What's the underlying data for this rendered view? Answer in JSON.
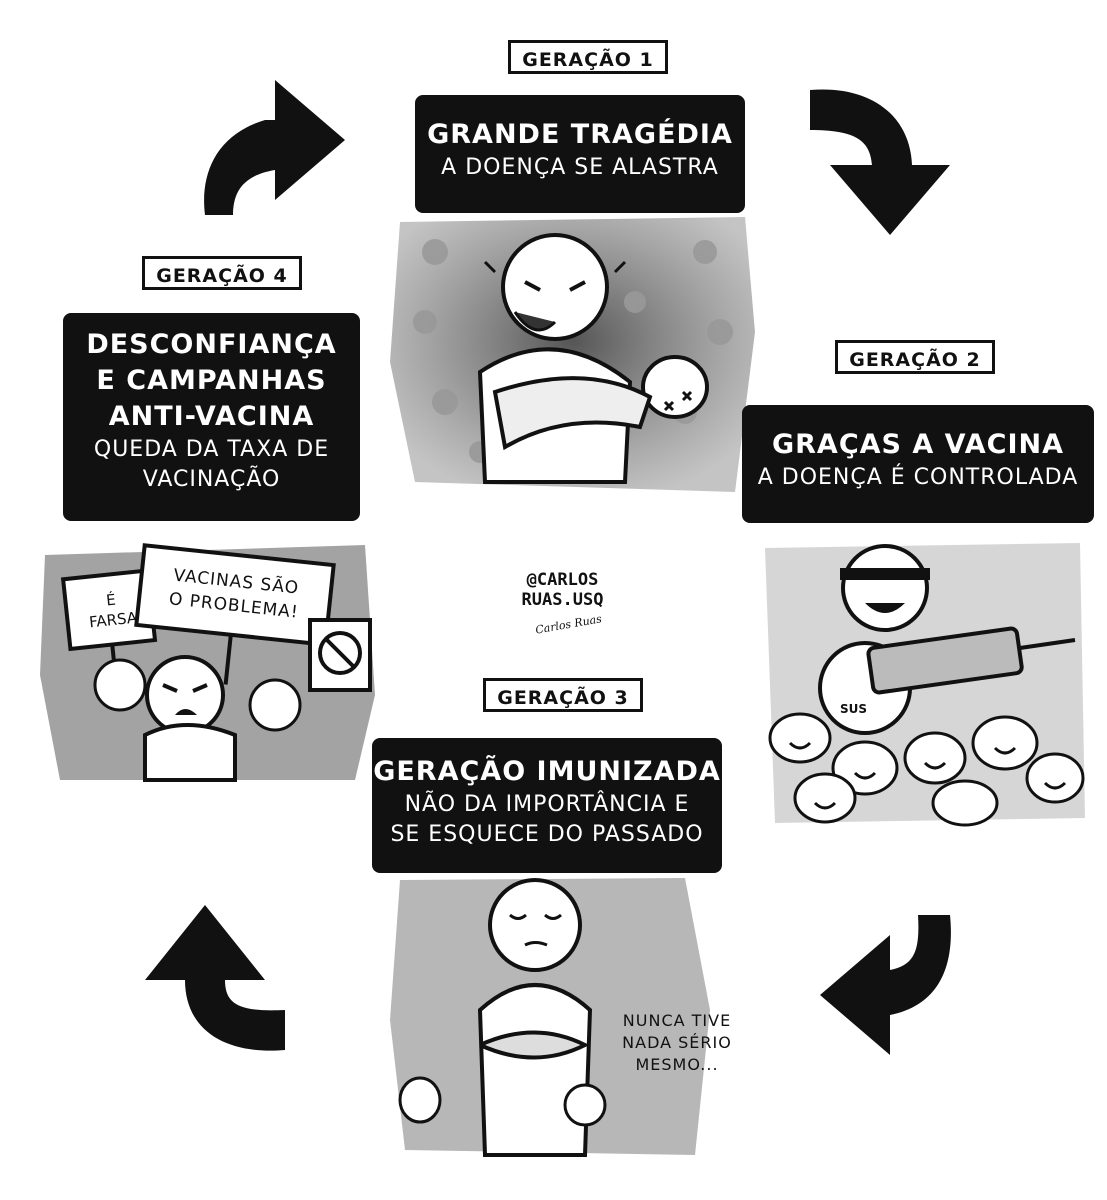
{
  "generations": [
    {
      "tag": "GERAÇÃO 1",
      "title": "GRANDE TRAGÉDIA",
      "subtitle_lines": [
        "A DOENÇA SE ALASTRA"
      ]
    },
    {
      "tag": "GERAÇÃO 2",
      "title": "GRAÇAS A VACINA",
      "subtitle_lines": [
        "A DOENÇA É CONTROLADA"
      ]
    },
    {
      "tag": "GERAÇÃO 3",
      "title": "GERAÇÃO IMUNIZADA",
      "subtitle_lines": [
        "NÃO DA IMPORTÂNCIA E",
        "SE ESQUECE DO PASSADO"
      ]
    },
    {
      "tag": "GERAÇÃO 4",
      "title_lines": [
        "DESCONFIANÇA",
        "E CAMPANHAS",
        "ANTI-VACINA"
      ],
      "subtitle_lines": [
        "QUEDA DA TAXA DE",
        "VACINAÇÃO"
      ]
    }
  ],
  "signs": {
    "farsa_lines": [
      "É",
      "FARSA"
    ],
    "vacinas_lines": [
      "VACINAS SÃO",
      "O PROBLEMA!"
    ]
  },
  "syringe_label": "SUS",
  "quote_lines": [
    "NUNCA TIVE",
    "NADA SÉRIO",
    "MESMO..."
  ],
  "author": {
    "handle_lines": [
      "@CARLOS",
      "RUAS.USQ"
    ],
    "signature": "Carlos Ruas"
  },
  "icons": [
    "arrow-icon",
    "skull-icon",
    "syringe-icon",
    "speech-bubble-icon"
  ]
}
